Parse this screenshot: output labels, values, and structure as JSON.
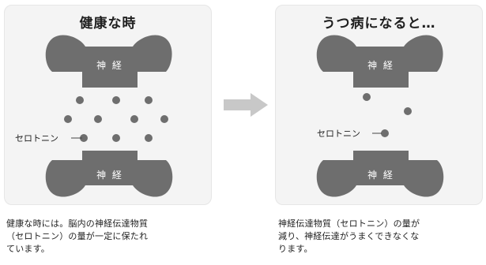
{
  "colors": {
    "neuron": "#6e6e6e",
    "neurotransmitter_dot": "#6e6e6e",
    "panel_background": "#f4f4f4",
    "arrow": "#c8c8c8"
  },
  "healthy": {
    "title": "健康な時",
    "neuron_top_label": "神 経",
    "neuron_bottom_label": "神 経",
    "serotonin_label": "セロトニン",
    "caption_lines": [
      "健康な時には。脳内の神経伝達物質",
      "（セロトニン）の量が一定に保たれ",
      "ています。"
    ]
  },
  "depressed": {
    "title": "うつ病になると…",
    "neuron_top_label": "神 経",
    "neuron_bottom_label": "神 経",
    "serotonin_label": "セロトニン",
    "caption_lines": [
      "神経伝達物質（セロトニン）の量が",
      "減り、神経伝達がうまくできなくな",
      "ります。"
    ]
  },
  "transition_icon": "right-arrow-icon"
}
